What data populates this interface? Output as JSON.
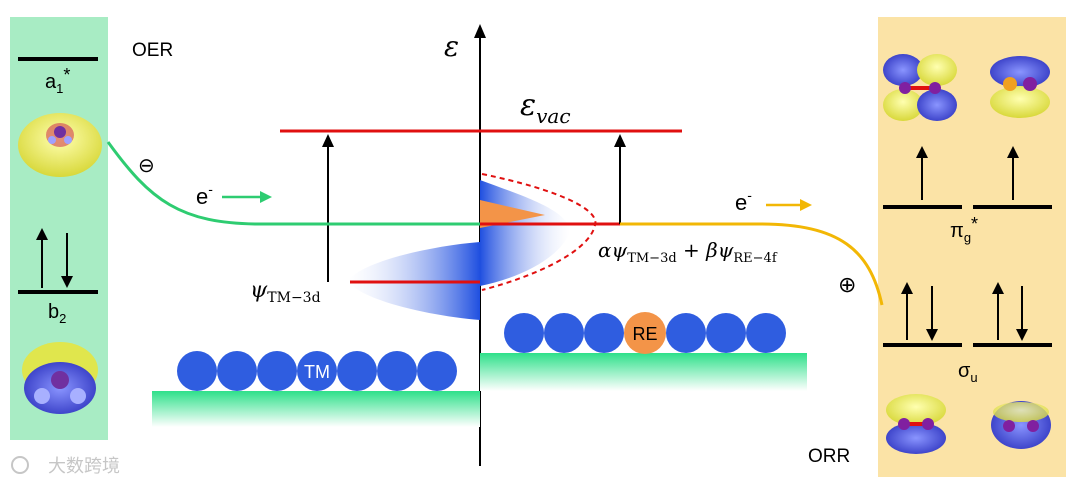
{
  "left_panel": {
    "label_top_state": "a",
    "label_top_state_sub": "1",
    "label_top_state_sup": "*",
    "label_bottom_state": "b",
    "label_bottom_state_sub": "2",
    "bg_color": "#a8ecc4"
  },
  "right_panel": {
    "label_pi": "π",
    "label_pi_sub": "g",
    "label_pi_sup": "*",
    "label_sigma": "σ",
    "label_sigma_sub": "u",
    "bg_color": "#fbe3a6"
  },
  "labels": {
    "oer": "OER",
    "orr": "ORR",
    "epsilon_axis": "ε",
    "epsilon_vac": "ε",
    "epsilon_vac_sub": "vac",
    "electron_left": "e",
    "electron_left_sup": "-",
    "electron_right": "e",
    "electron_right_sup": "-",
    "minus_sign": "⊖",
    "plus_sign": "⊕",
    "psi_tm": "ψ",
    "psi_tm_sub": "TM−3d",
    "combo_alpha": "αψ",
    "combo_alpha_sub": "TM−3d",
    "combo_plus": " + βψ",
    "combo_beta_sub": "RE−4f",
    "tm_atom": "TM",
    "re_atom": "RE",
    "watermark": "大数跨境"
  },
  "colors": {
    "green_curve": "#2ecc71",
    "yellow_curve": "#f2b705",
    "red_level": "#e01010",
    "atom_blue": "#2f5de0",
    "re_orange": "#f39448",
    "surface_green": "#2ee08a"
  }
}
